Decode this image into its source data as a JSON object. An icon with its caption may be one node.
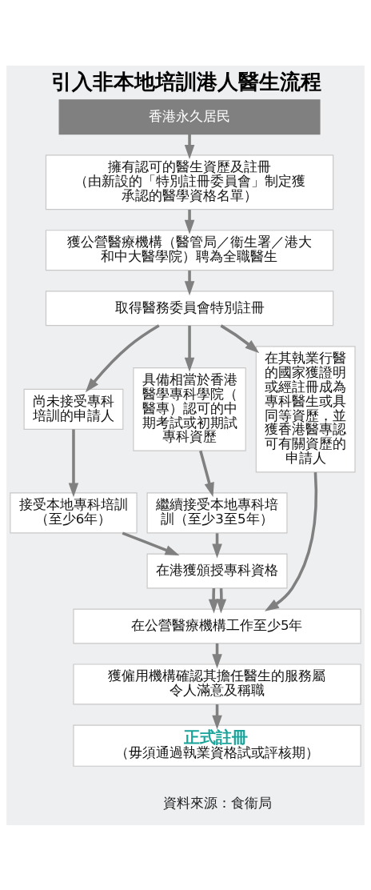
{
  "diagram": {
    "title": "引入非本地培訓港人醫生流程",
    "nodes": [
      {
        "text": [
          "香港永久居民"
        ]
      },
      {
        "text": [
          "擁有認可的醫生資歷及註冊",
          "（由新設的「特別註冊委員會」制定獲承認的醫學資格名單）"
        ]
      },
      {
        "text": [
          "獲公營醫療機構（醫管局／衞生署／港大和中大醫學院）聘為全職醫生"
        ]
      },
      {
        "text": [
          "取得醫務委員會特別註冊"
        ]
      },
      {
        "text": [
          "尚未接受專科培訓的申請人"
        ]
      },
      {
        "text": [
          "具備相當於香港醫學專科學院（醫專）認可的中期考試或初期試專科資歷"
        ]
      },
      {
        "text": [
          "在其執業行醫的國家獲證明或經註冊成為專科醫生或具同等資歷，並獲香港醫專認可有關資歷的申請人"
        ]
      },
      {
        "text": [
          "接受本地專科培訓（至少6年）"
        ]
      },
      {
        "text": [
          "繼續接受本地專科培訓（至少3至5年）"
        ]
      },
      {
        "text": [
          "在港獲頒授專科資格"
        ]
      },
      {
        "text": [
          "在公營醫療機構工作至少5年"
        ]
      },
      {
        "text": [
          "獲僱用機構確認其擔任醫生的服務屬令人滿意及稱職"
        ]
      },
      {
        "text": [
          "正式註冊",
          "（毋須通過執業資格試或評核期）"
        ]
      }
    ],
    "edges": [
      {
        "from": 0,
        "to": 1,
        "arrow": "to"
      },
      {
        "from": 1,
        "to": 2,
        "arrow": "to"
      },
      {
        "from": 2,
        "to": 3,
        "arrow": "to"
      },
      {
        "from": 3,
        "to": 4,
        "arrow": "to"
      },
      {
        "from": 3,
        "to": 5,
        "arrow": "to"
      },
      {
        "from": 3,
        "to": 6,
        "arrow": "to"
      },
      {
        "from": 4,
        "to": 7,
        "arrow": "to"
      },
      {
        "from": 5,
        "to": 8,
        "arrow": "to"
      },
      {
        "from": 7,
        "to": 9,
        "arrow": "to"
      },
      {
        "from": 8,
        "to": 9,
        "arrow": "to"
      },
      {
        "from": 9,
        "to": 10,
        "arrow": "to"
      },
      {
        "from": 9,
        "to": 10,
        "arrow": "to"
      },
      {
        "from": 6,
        "to": 10,
        "arrow": "to"
      },
      {
        "from": 10,
        "to": 11,
        "arrow": "to"
      },
      {
        "from": 11,
        "to": 12,
        "arrow": "to"
      }
    ],
    "labels": [
      "資料來源：食衞局"
    ]
  }
}
